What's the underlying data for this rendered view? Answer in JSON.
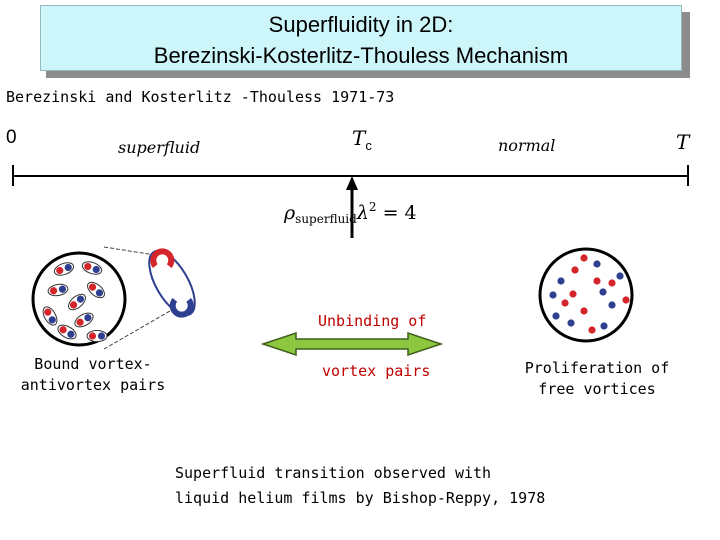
{
  "title": {
    "line1": "Superfluidity in 2D:",
    "line2": "Berezinski-Kosterlitz-Thouless Mechanism"
  },
  "subtitle": "Berezinski  and Kosterlitz -Thouless 1971-73",
  "axis": {
    "origin_label": "0",
    "phase_left": "superfluid",
    "critical_label": "T",
    "critical_subscript": "c",
    "phase_right": "normal",
    "end_label": "T"
  },
  "criterion": {
    "rho": "ρ",
    "subscript": "superfluid",
    "lambda": "λ",
    "exponent": "2",
    "rhs": "= 4"
  },
  "left_caption": {
    "line1": "Bound vortex-",
    "line2": "antivortex pairs"
  },
  "center_caption": {
    "top": "Unbinding of",
    "bottom": "vortex pairs"
  },
  "right_caption": {
    "line1": "Proliferation of",
    "line2": "free vortices"
  },
  "footer": {
    "line1": "Superfluid transition observed with",
    "line2": "liquid helium films by Bishop-Reppy, 1978"
  },
  "colors": {
    "vortex": "#d4252a",
    "antivortex": "#2e3f8f",
    "arrow_fill": "#8dc63f",
    "unbinding_text": "#c00000",
    "title_bg": "#cdf6fb"
  }
}
